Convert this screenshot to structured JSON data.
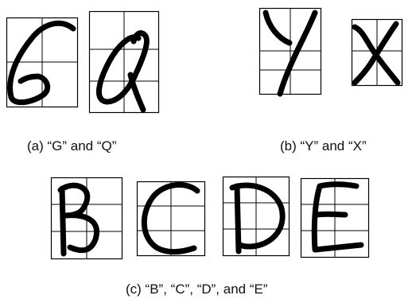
{
  "figure": {
    "panels": [
      {
        "caption": "(a) “G” and “Q”",
        "letters": [
          "G",
          "Q"
        ]
      },
      {
        "caption": "(b) “Y” and “X”",
        "letters": [
          "Y",
          "X"
        ]
      },
      {
        "caption": "(c) “B”, “C”, “D”, and “E”",
        "letters": [
          "B",
          "C",
          "D",
          "E"
        ]
      }
    ]
  }
}
